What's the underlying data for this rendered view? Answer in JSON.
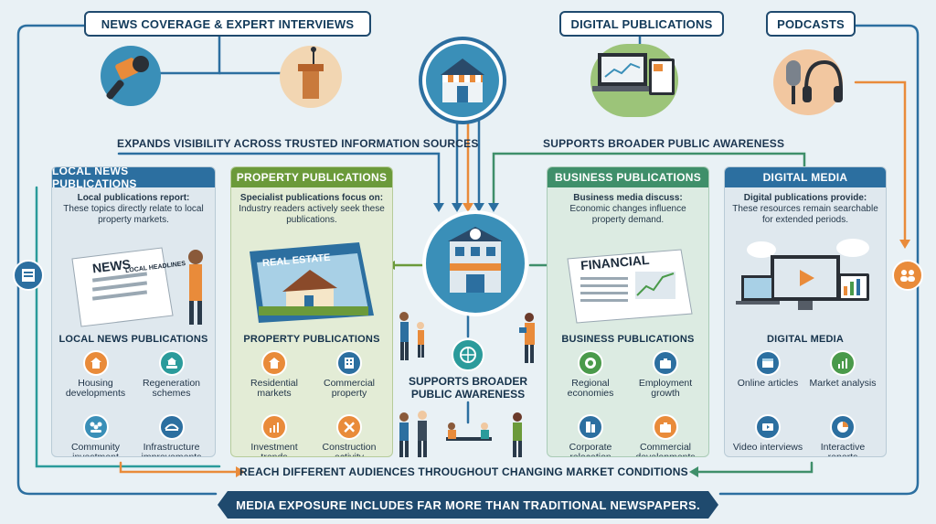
{
  "top_labels": {
    "news": "NEWS COVERAGE & EXPERT INTERVIEWS",
    "digital": "DIGITAL PUBLICATIONS",
    "podcasts": "PODCASTS"
  },
  "captions": {
    "left": "EXPANDS VISIBILITY ACROSS TRUSTED INFORMATION SOURCES",
    "right": "SUPPORTS BROADER PUBLIC AWARENESS"
  },
  "illustration_text": {
    "news_paper": "NEWS",
    "news_sub": "LOCAL HEADLINES",
    "real_estate": "REAL ESTATE",
    "financial": "FINANCIAL"
  },
  "panels": [
    {
      "id": "local",
      "head": "LOCAL NEWS PUBLICATIONS",
      "color": "#2c6fa0",
      "intro_lead": "Local publications report:",
      "intro_rest": "These topics directly relate to local property markets.",
      "sub": "LOCAL NEWS PUBLICATIONS",
      "items": [
        {
          "label": "Housing developments",
          "icon": "house-icon",
          "color": "#e98b3a"
        },
        {
          "label": "Regeneration schemes",
          "icon": "hand-house-icon",
          "color": "#2b9b9b"
        },
        {
          "label": "Community investment",
          "icon": "community-icon",
          "color": "#3a8fb8"
        },
        {
          "label": "Infrastructure improvements",
          "icon": "bridge-icon",
          "color": "#2c6fa0"
        }
      ]
    },
    {
      "id": "property",
      "head": "PROPERTY PUBLICATIONS",
      "color": "#6b9a3a",
      "intro_lead": "Specialist publications focus on:",
      "intro_rest": "Industry readers actively seek these publications.",
      "sub": "PROPERTY PUBLICATIONS",
      "items": [
        {
          "label": "Residential markets",
          "icon": "house-icon",
          "color": "#e98b3a"
        },
        {
          "label": "Commercial property",
          "icon": "building-icon",
          "color": "#2c6fa0"
        },
        {
          "label": "Investment trends",
          "icon": "chart-icon",
          "color": "#e98b3a"
        },
        {
          "label": "Construction activity",
          "icon": "tools-icon",
          "color": "#e98b3a"
        }
      ]
    },
    {
      "id": "business",
      "head": "BUSINESS PUBLICATIONS",
      "color": "#3f8f6a",
      "intro_lead": "Business media discuss:",
      "intro_rest": "Economic changes influence property demand.",
      "sub": "BUSINESS PUBLICATIONS",
      "items": [
        {
          "label": "Regional economies",
          "icon": "globe-icon",
          "color": "#4a9a4a"
        },
        {
          "label": "Employment growth",
          "icon": "briefcase-icon",
          "color": "#2c6fa0"
        },
        {
          "label": "Corporate relocation",
          "icon": "office-icon",
          "color": "#2c6fa0"
        },
        {
          "label": "Commercial developments",
          "icon": "briefcase-icon",
          "color": "#e98b3a"
        }
      ]
    },
    {
      "id": "digital",
      "head": "DIGITAL MEDIA",
      "color": "#2c6fa0",
      "intro_lead": "Digital publications provide:",
      "intro_rest": "These resources remain searchable for extended periods.",
      "sub": "DIGITAL MEDIA",
      "items": [
        {
          "label": "Online articles",
          "icon": "browser-icon",
          "color": "#2c6fa0"
        },
        {
          "label": "Market analysis",
          "icon": "chart-icon",
          "color": "#4a9a4a"
        },
        {
          "label": "Video interviews",
          "icon": "video-icon",
          "color": "#2c6fa0"
        },
        {
          "label": "Interactive reports",
          "icon": "pie-icon",
          "color": "#2c6fa0"
        }
      ]
    }
  ],
  "center": {
    "label": "SUPPORTS BROADER PUBLIC AWARENESS"
  },
  "bottom": {
    "reach": "REACH DIFFERENT AUDIENCES THROUGHOUT CHANGING MARKET CONDITIONS",
    "banner": "MEDIA EXPOSURE INCLUDES FAR MORE THAN TRADITIONAL NEWSPAPERS."
  },
  "colors": {
    "navy": "#1f4a6e",
    "orange": "#e98b3a",
    "teal": "#2b9b9b",
    "green": "#6b9a3a"
  }
}
